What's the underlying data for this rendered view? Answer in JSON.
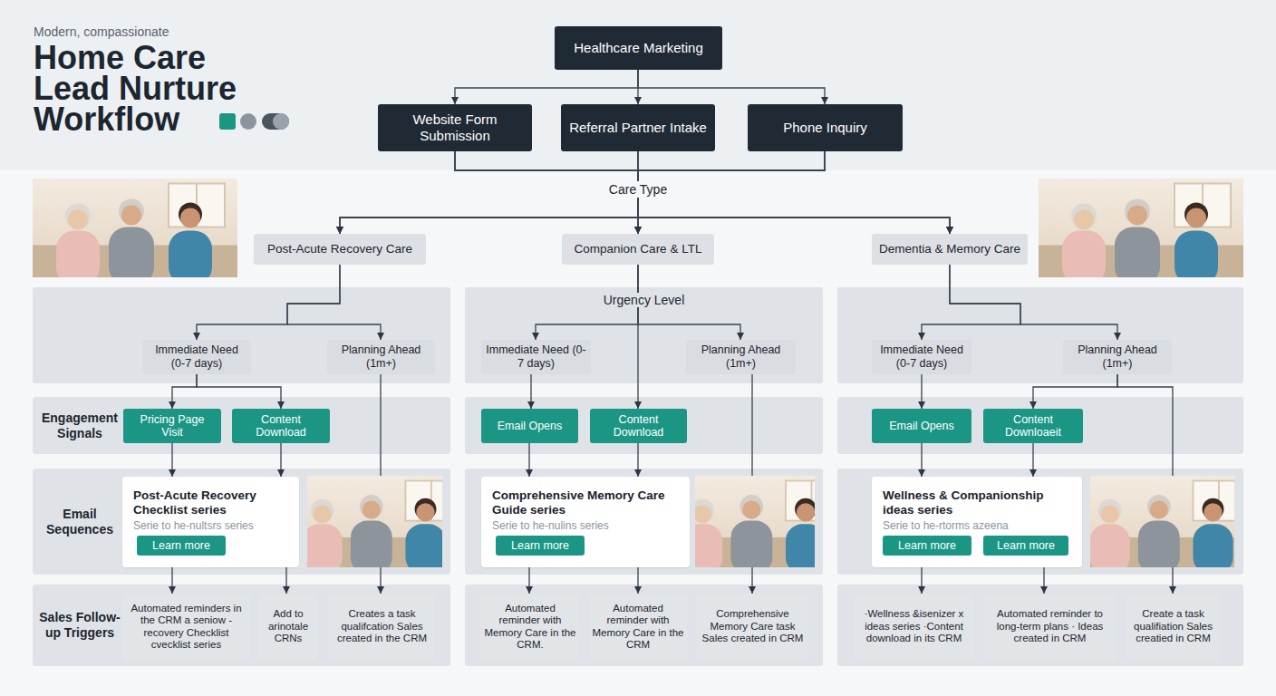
{
  "diagram": {
    "title": "Home Care Lead Nurture Workflow",
    "nodes": [
      {
        "text": [
          "Healthcare Marketing"
        ]
      },
      {
        "text": [
          "Website Form Submission"
        ]
      },
      {
        "text": [
          "Referral Partner Intake"
        ]
      },
      {
        "text": [
          "Phone Inquiry"
        ]
      },
      {
        "text": [
          "Post-Acute Recovery Care"
        ]
      },
      {
        "text": [
          "Companion Care & LTL"
        ]
      },
      {
        "text": [
          "Dementia & Memory Care"
        ]
      },
      {
        "text": [
          "Immediate Need (0-7 days)"
        ]
      },
      {
        "text": [
          "Planning Ahead (1m+)"
        ]
      },
      {
        "text": [
          "Urgency Level"
        ]
      },
      {
        "text": [
          "Immediate Need (0-7 days)"
        ],
        "in": 9
      },
      {
        "text": [
          "Planning Ahead (1m+)"
        ],
        "in": 9
      },
      {
        "text": [
          "Immediate Need (0-7 days)"
        ]
      },
      {
        "text": [
          "Planning Ahead (1m+)"
        ]
      },
      {
        "text": [
          "Engagement Signals"
        ]
      },
      {
        "text": [
          "Pricing Page Visit"
        ],
        "in": 14
      },
      {
        "text": [
          "Content Download"
        ],
        "in": 14
      },
      {
        "text": [
          "Email Opens"
        ]
      },
      {
        "text": [
          "Content Download"
        ]
      },
      {
        "text": [
          "Email Opens"
        ]
      },
      {
        "text": [
          "Content Downloaeit"
        ]
      },
      {
        "text": [
          "Email Sequences"
        ]
      },
      {
        "text": [
          "Post-Acute Recovery Checklist series",
          "Serie to he-nultsrs series"
        ],
        "in": 21
      },
      {
        "text": [
          "Learn more"
        ],
        "in": 22
      },
      {
        "text": [
          "Comprehensive Memory Care Guide series",
          "Serie to he-nulins series"
        ]
      },
      {
        "text": [
          "Learn more"
        ],
        "in": 24
      },
      {
        "text": [
          "Wellness & Companionship ideas series",
          "Serie to he-rtorms azeena"
        ]
      },
      {
        "text": [
          "Learn more"
        ],
        "in": 26
      },
      {
        "text": [
          "Learn more"
        ],
        "in": 26
      },
      {
        "text": [
          "Sales Follow-up Triggers"
        ]
      },
      {
        "text": [
          "Automated reminders in the CRM a seniow -recovery Checklist cvecklist series"
        ],
        "in": 29
      },
      {
        "text": [
          "Add to arinotale CRNs"
        ],
        "in": 29
      },
      {
        "text": [
          "Creates a task qualifcation Sales created in the CRM"
        ],
        "in": 29
      },
      {
        "text": [
          "Automated reminder with Memory Care in the CRM."
        ]
      },
      {
        "text": [
          "Automated reminder with Memory Care in the CRM"
        ]
      },
      {
        "text": [
          "Comprehensive Memory Care task Sales created in CRM"
        ]
      },
      {
        "text": [
          "·Wellness &isenizer x ideas series ·Content download in its CRM"
        ]
      },
      {
        "text": [
          "Automated reminder to long-term plans · Ideas created in CRM"
        ]
      },
      {
        "text": [
          "Create a task qualifiation Sales creatied in CRM"
        ]
      }
    ],
    "edges": [
      {
        "from": 0,
        "to": 1,
        "arrow": "to"
      },
      {
        "from": 0,
        "to": 2,
        "arrow": "to"
      },
      {
        "from": 0,
        "to": 3,
        "arrow": "to"
      },
      {
        "from": 1,
        "to": 4,
        "arrow": "to"
      },
      {
        "from": 1,
        "to": 5,
        "arrow": "to"
      },
      {
        "from": 1,
        "to": 6,
        "arrow": "to"
      },
      {
        "from": 2,
        "to": 4,
        "arrow": "to"
      },
      {
        "from": 2,
        "to": 5,
        "arrow": "to"
      },
      {
        "from": 2,
        "to": 6,
        "arrow": "to"
      },
      {
        "from": 3,
        "to": 4,
        "arrow": "to"
      },
      {
        "from": 3,
        "to": 5,
        "arrow": "to"
      },
      {
        "from": 3,
        "to": 6,
        "arrow": "to"
      },
      {
        "from": 4,
        "to": 7,
        "arrow": "to"
      },
      {
        "from": 4,
        "to": 8,
        "arrow": "to"
      },
      {
        "from": 5,
        "to": 10,
        "arrow": "to"
      },
      {
        "from": 5,
        "to": 11,
        "arrow": "to"
      },
      {
        "from": 5,
        "to": 18,
        "arrow": "to"
      },
      {
        "from": 6,
        "to": 12,
        "arrow": "to"
      },
      {
        "from": 6,
        "to": 13,
        "arrow": "to"
      },
      {
        "from": 7,
        "to": 15,
        "arrow": "to"
      },
      {
        "from": 7,
        "to": 16,
        "arrow": "to"
      },
      {
        "from": 8,
        "to": 32,
        "arrow": "to"
      },
      {
        "from": 10,
        "to": 17,
        "arrow": "to"
      },
      {
        "from": 11,
        "to": 35,
        "arrow": "to"
      },
      {
        "from": 12,
        "to": 19,
        "arrow": "to"
      },
      {
        "from": 13,
        "to": 20,
        "arrow": "to"
      },
      {
        "from": 13,
        "to": 38,
        "arrow": "to"
      },
      {
        "from": 15,
        "to": 22,
        "arrow": "to"
      },
      {
        "from": 16,
        "to": 22,
        "arrow": "to"
      },
      {
        "from": 17,
        "to": 24,
        "arrow": "to"
      },
      {
        "from": 18,
        "to": 24,
        "arrow": "to"
      },
      {
        "from": 19,
        "to": 26,
        "arrow": "to"
      },
      {
        "from": 20,
        "to": 26,
        "arrow": "to"
      },
      {
        "from": 22,
        "to": 30,
        "arrow": "to"
      },
      {
        "from": 22,
        "to": 31,
        "arrow": "to"
      },
      {
        "from": 24,
        "to": 33,
        "arrow": "to"
      },
      {
        "from": 24,
        "to": 34,
        "arrow": "to"
      },
      {
        "from": 26,
        "to": 36,
        "arrow": "to"
      },
      {
        "from": 26,
        "to": 37,
        "arrow": "to"
      }
    ],
    "labels": [
      "Modern, compassionate",
      "Care Type"
    ]
  }
}
